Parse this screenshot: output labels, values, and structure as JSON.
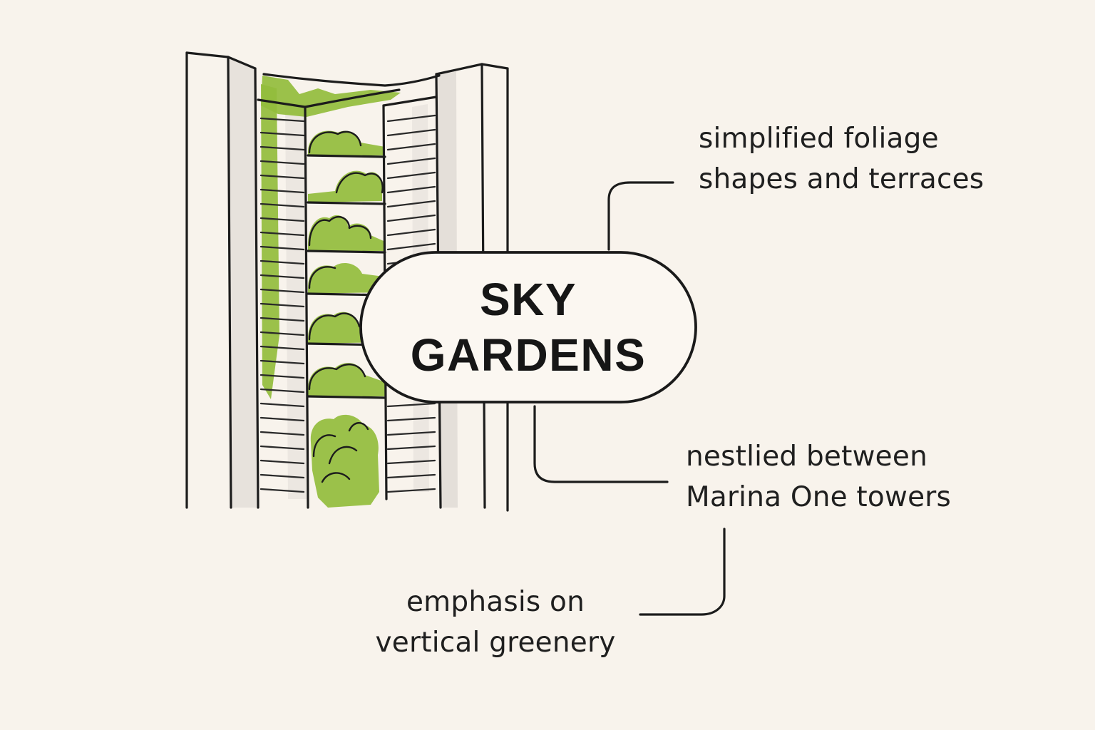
{
  "title": {
    "line1": "SKY",
    "line2": "GARDENS"
  },
  "annotations": {
    "foliage": {
      "line1": "simplified foliage",
      "line2": "shapes and terraces"
    },
    "location": {
      "line1": "nestlied between",
      "line2": "Marina One towers"
    },
    "emphasis": {
      "line1": "emphasis on",
      "line2": "vertical greenery"
    }
  },
  "colors": {
    "background": "#f8f3ec",
    "ink": "#1c1c1c",
    "foliage": "#93bd3c"
  }
}
